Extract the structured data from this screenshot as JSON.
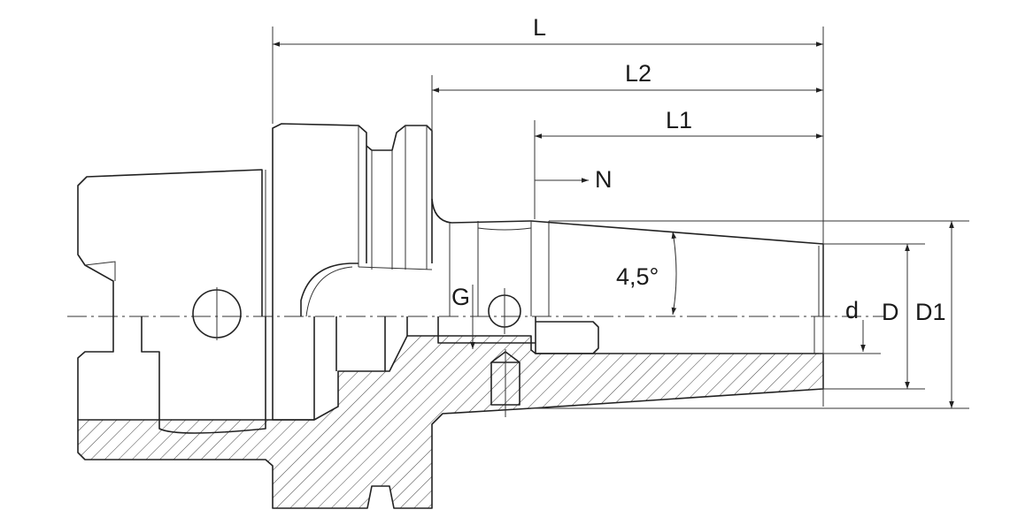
{
  "colors": {
    "line": "#222222",
    "background": "#ffffff"
  },
  "labels": {
    "L": "L",
    "L2": "L2",
    "L1": "L1",
    "N": "N",
    "angle": "4,5°",
    "G": "G",
    "d": "d",
    "D": "D",
    "D1": "D1"
  }
}
